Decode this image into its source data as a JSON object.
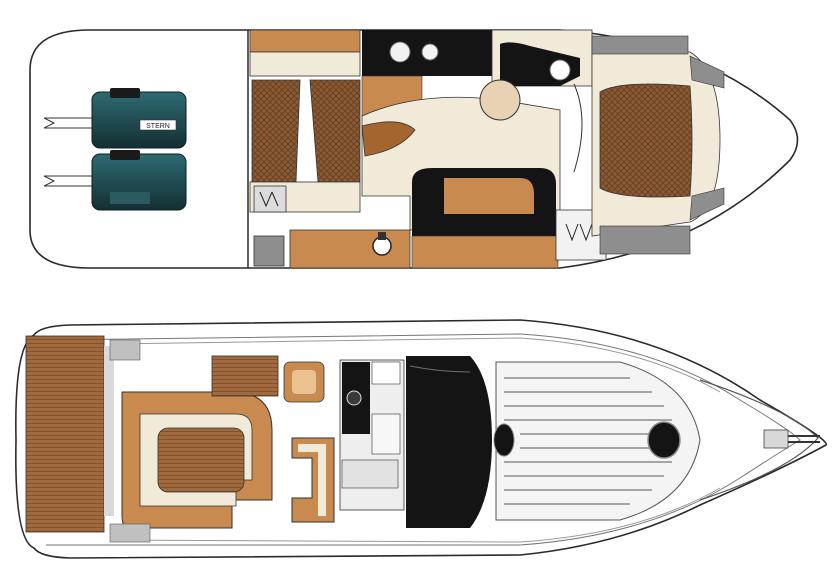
{
  "diagram": {
    "views": [
      {
        "id": "lower-deck",
        "label": ""
      },
      {
        "id": "upper-deck",
        "label": ""
      }
    ],
    "engines": {
      "count": 2,
      "plate_text": "STERN"
    },
    "colors": {
      "wood": "#c98a4f",
      "wood_dark": "#a5652f",
      "teak": "#8a5a35",
      "cream": "#f2ead8",
      "black": "#141414",
      "gray": "#8e8e8e",
      "hull_outline": "#2a2a2a",
      "engine": "#1f4a50"
    }
  }
}
